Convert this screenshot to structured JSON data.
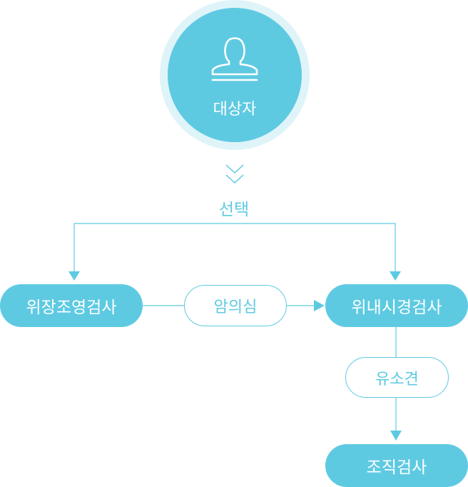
{
  "subject": {
    "label": "대상자",
    "icon": "user-icon"
  },
  "selection": {
    "label": "선택"
  },
  "nodes": {
    "upper_gi_series": "위장조영검사",
    "endoscopy": "위내시경검사",
    "biopsy": "조직검사"
  },
  "conditions": {
    "cancer_suspicion": "암의심",
    "finding": "유소견"
  },
  "colors": {
    "accent": "#5ecae2",
    "halo": "#dff4f9",
    "background": "#ffffff"
  }
}
